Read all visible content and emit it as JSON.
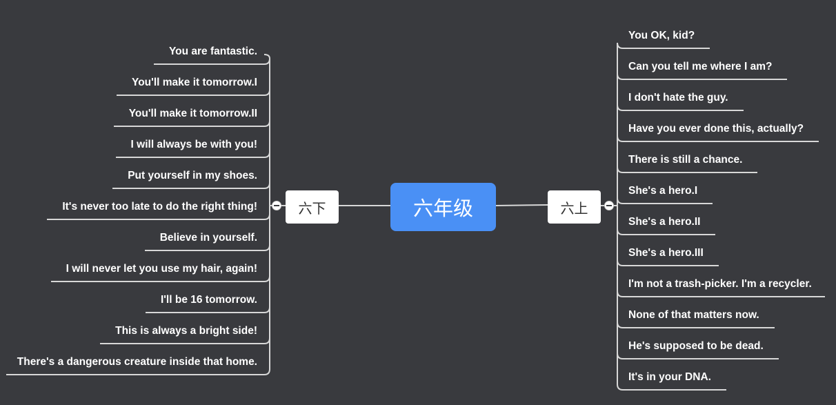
{
  "central_topic": "六年级",
  "branches": {
    "left": {
      "label": "六下",
      "items": [
        "You are fantastic.",
        "You'll make it tomorrow.I",
        "You'll make it tomorrow.II",
        "I will always be with you!",
        "Put yourself in my shoes.",
        "It's never too late to do the right thing!",
        "Believe in yourself.",
        "I will never let you use my hair, again!",
        "I'll be 16 tomorrow.",
        "This is always a bright side!",
        "There's a dangerous creature inside that home."
      ]
    },
    "right": {
      "label": "六上",
      "items": [
        "You OK, kid?",
        "Can you tell me where I am?",
        "I don't hate the guy.",
        "Have you ever done this, actually?",
        "There is still a chance.",
        "She's a hero.I",
        "She's a hero.II",
        "She's a hero.III",
        "I'm not a trash-picker. I'm a recycler.",
        "None of that matters now.",
        "He's supposed to be dead.",
        "It's in your DNA."
      ]
    }
  },
  "colors": {
    "background": "#393a3e",
    "central_fill": "#4a90f5",
    "branch_fill": "#ffffff",
    "connector": "#d8d8d8"
  }
}
